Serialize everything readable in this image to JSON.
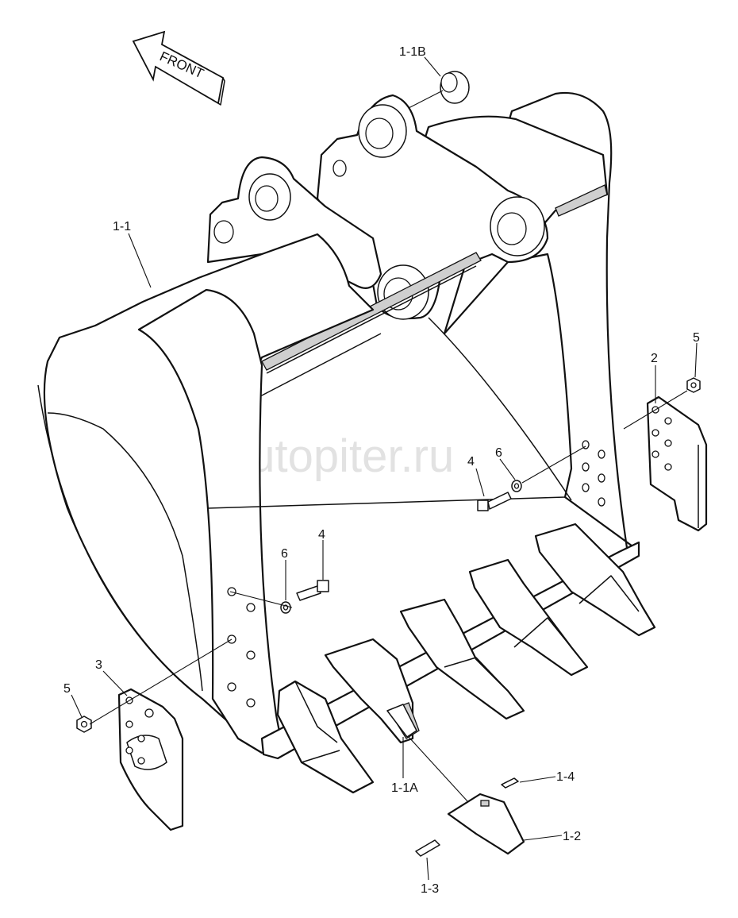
{
  "direction_label": "FRONT",
  "watermark": "autopiter.ru",
  "callouts": {
    "c_1_1B": "1-1B",
    "c_1_1": "1-1",
    "c_2": "2",
    "c_5_right": "5",
    "c_4_right": "4",
    "c_6_right": "6",
    "c_6_left": "6",
    "c_4_left": "4",
    "c_3": "3",
    "c_5_left": "5",
    "c_1_1A": "1-1A",
    "c_1_4": "1-4",
    "c_1_2": "1-2",
    "c_1_3": "1-3"
  }
}
